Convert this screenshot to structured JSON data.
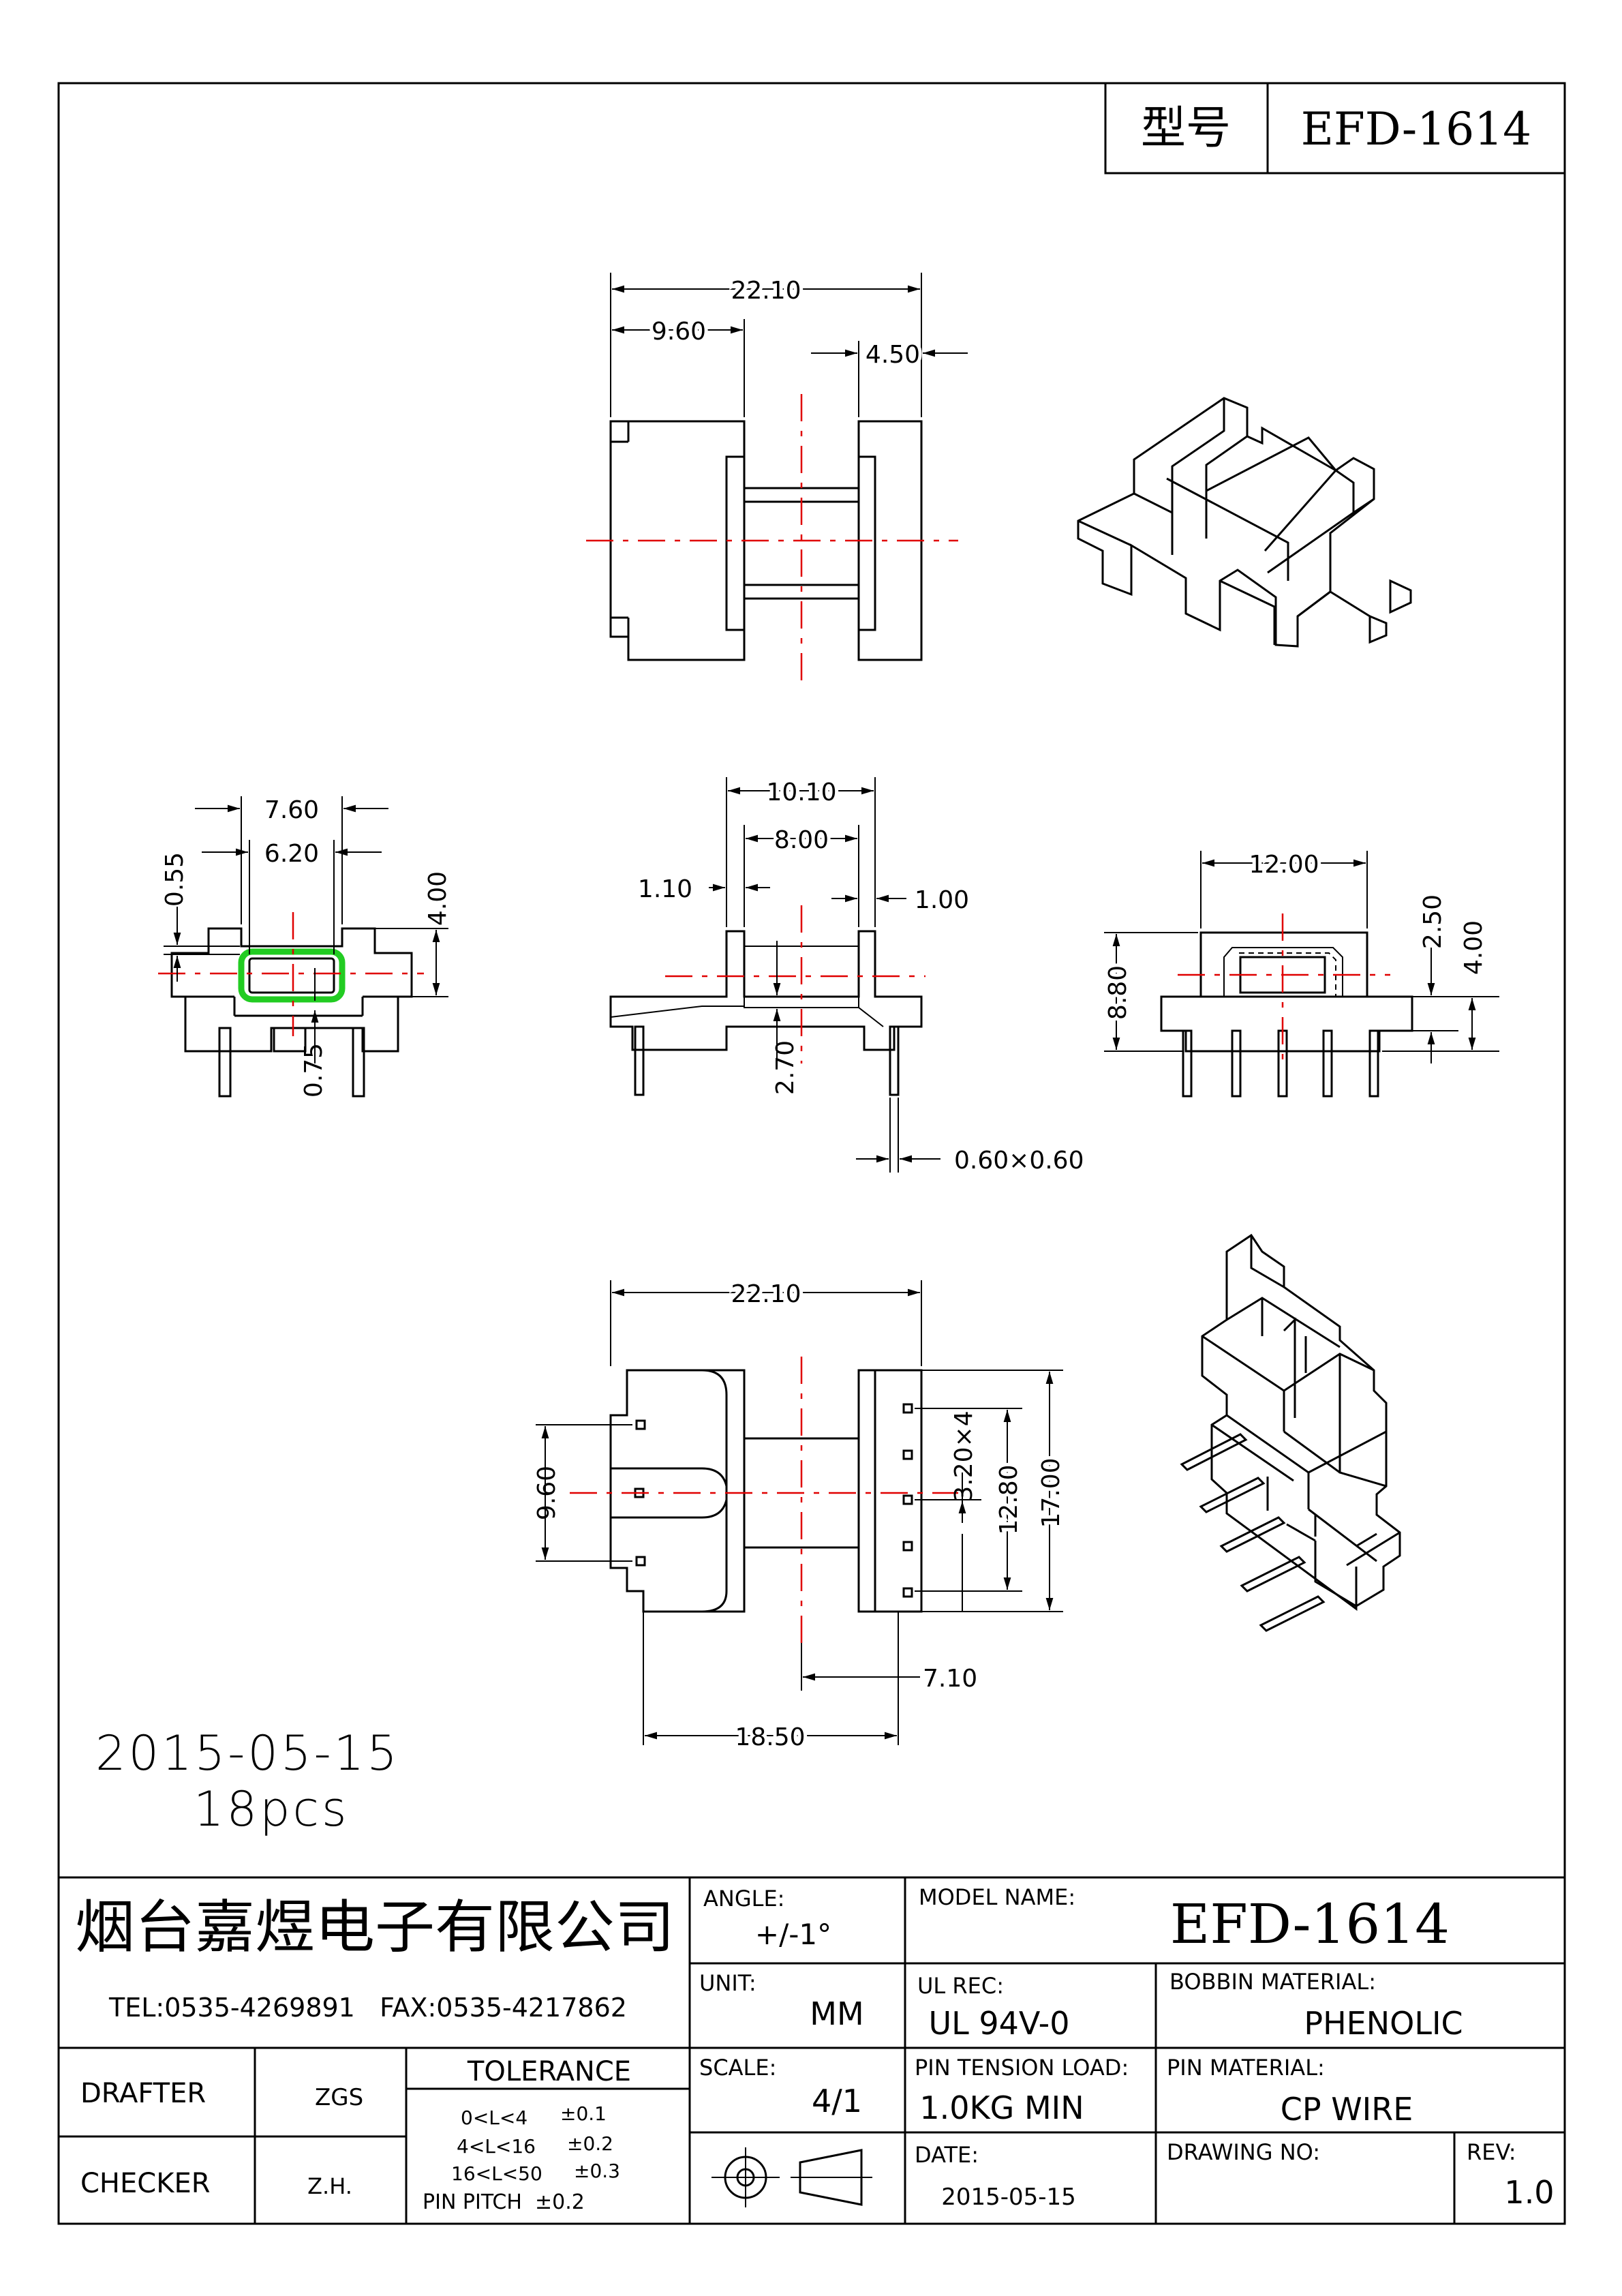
{
  "header": {
    "type_label": "型号",
    "type_value": "EFD-1614"
  },
  "top_view": {
    "dims": [
      "22.10",
      "9.60",
      "4.50"
    ]
  },
  "side_left": {
    "dims": [
      "7.60",
      "6.20",
      "0.55",
      "4.00",
      "0.75"
    ]
  },
  "front_view": {
    "dims": [
      "10.10",
      "8.00",
      "1.10",
      "1.00",
      "2.70",
      "0.60×0.60"
    ]
  },
  "side_right": {
    "dims": [
      "12.00",
      "8.80",
      "2.50",
      "4.00"
    ]
  },
  "bottom_view": {
    "dims": [
      "22.10",
      "9.60",
      "3.20×4",
      "12.80",
      "17.00",
      "7.10",
      "18.50"
    ]
  },
  "note": {
    "date": "2015-05-15",
    "qty": "18pcs"
  },
  "title_block": {
    "company": "烟台嘉煜电子有限公司",
    "contact": "TEL:0535-4269891   FAX:0535-4217862",
    "drafter_label": "DRAFTER",
    "drafter": "ZGS",
    "checker_label": "CHECKER",
    "checker": "Z.H.",
    "tolerance_label": "TOLERANCE",
    "tolerance_rows": [
      {
        "range": "0<L<4",
        "tol": "±0.1"
      },
      {
        "range": "4<L<16",
        "tol": "±0.2"
      },
      {
        "range": "16<L<50",
        "tol": "±0.3"
      }
    ],
    "pin_pitch": "PIN PITCH  ±0.2",
    "angle_label": "ANGLE:",
    "angle": "+/-1°",
    "unit_label": "UNIT:",
    "unit": "MM",
    "scale_label": "SCALE:",
    "scale": "4/1",
    "model_label": "MODEL NAME:",
    "model": "EFD-1614",
    "ul_label": "UL REC:",
    "ul": "UL 94V-0",
    "bobbin_label": "BOBBIN MATERIAL:",
    "bobbin": "PHENOLIC",
    "pin_tension_label": "PIN TENSION LOAD:",
    "pin_tension": "1.0KG MIN",
    "pin_material_label": "PIN MATERIAL:",
    "pin_material": "CP WIRE",
    "date_label": "DATE:",
    "date": "2015-05-15",
    "drawing_no_label": "DRAWING NO:",
    "rev_label": "REV:",
    "rev": "1.0"
  },
  "colors": {
    "centerline": "#e00000",
    "highlight": "#22cc22"
  }
}
